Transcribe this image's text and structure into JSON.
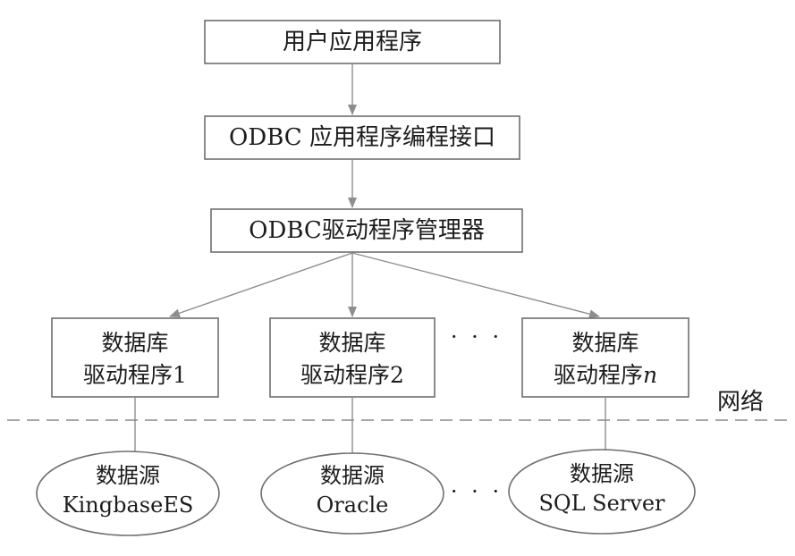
{
  "top": {
    "user_app": "用户应用程序",
    "odbc_api": "ODBC 应用程序编程接口",
    "driver_manager": "ODBC驱动程序管理器"
  },
  "drivers": [
    {
      "line1": "数据库",
      "line2": "驱动程序1"
    },
    {
      "line1": "数据库",
      "line2": "驱动程序2"
    },
    {
      "line1": "数据库",
      "line2_prefix": "驱动程序",
      "line2_suffix": "n"
    }
  ],
  "drivers_ellipsis": "· · ·",
  "network_label": "网络",
  "data_sources": [
    {
      "line1": "数据源",
      "line2": "KingbaseES"
    },
    {
      "line1": "数据源",
      "line2": "Oracle"
    },
    {
      "line1": "数据源",
      "line2": "SQL Server"
    }
  ],
  "sources_ellipsis": "· · ·"
}
